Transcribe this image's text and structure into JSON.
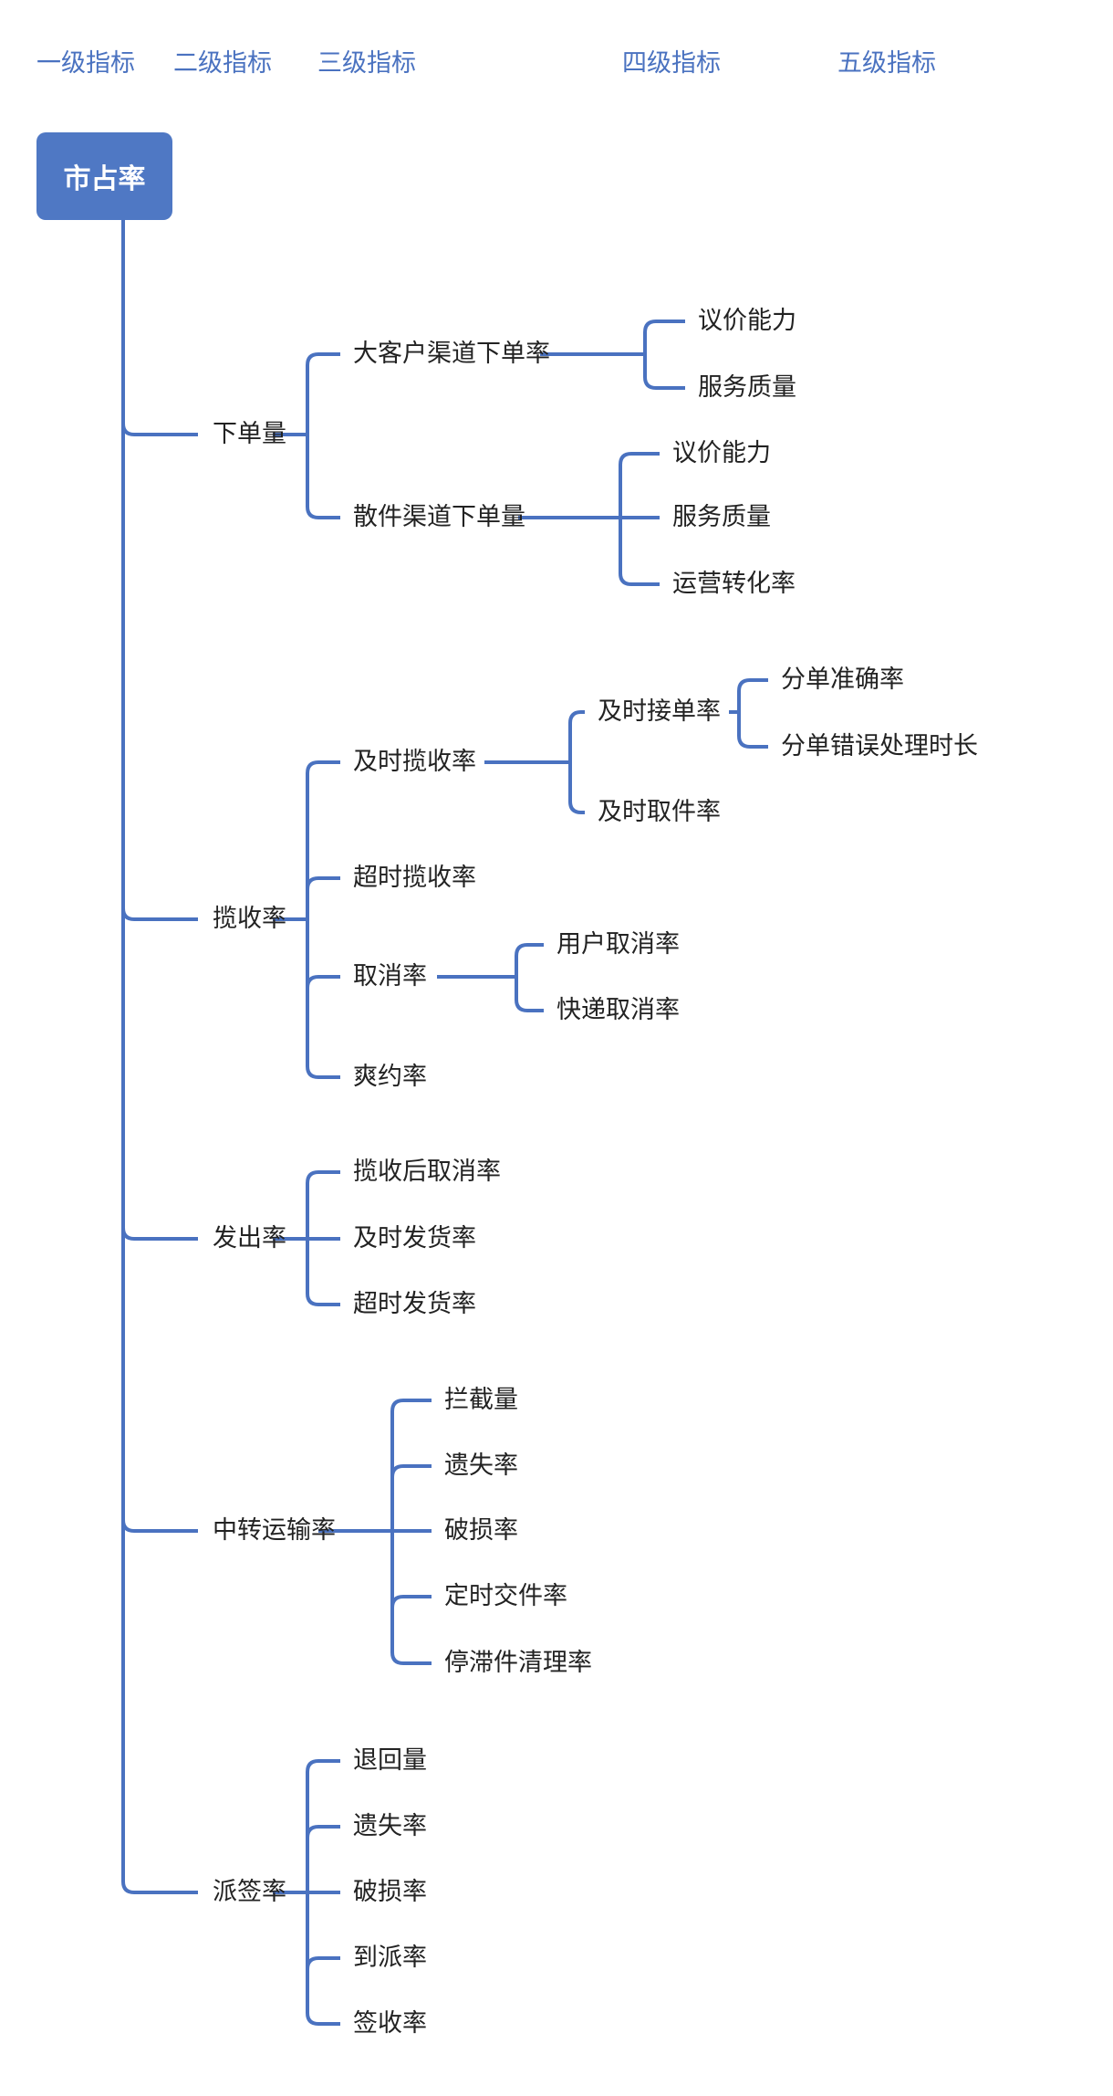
{
  "headers": [
    "一级指标",
    "二级指标",
    "三级指标",
    "四级指标",
    "五级指标"
  ],
  "root": {
    "label": "市占率"
  },
  "line_color": "#4a72c0",
  "box_color": "#4f78c4",
  "tree": [
    {
      "label": "下单量",
      "children": [
        {
          "label": "大客户渠道下单率",
          "children": [
            {
              "label": "议价能力"
            },
            {
              "label": "服务质量"
            }
          ]
        },
        {
          "label": "散件渠道下单量",
          "children": [
            {
              "label": "议价能力"
            },
            {
              "label": "服务质量"
            },
            {
              "label": "运营转化率"
            }
          ]
        }
      ]
    },
    {
      "label": "揽收率",
      "children": [
        {
          "label": "及时揽收率",
          "children": [
            {
              "label": "及时接单率",
              "children": [
                {
                  "label": "分单准确率"
                },
                {
                  "label": "分单错误处理时长"
                }
              ]
            },
            {
              "label": "及时取件率"
            }
          ]
        },
        {
          "label": "超时揽收率"
        },
        {
          "label": "取消率",
          "children": [
            {
              "label": "用户取消率"
            },
            {
              "label": "快递取消率"
            }
          ]
        },
        {
          "label": "爽约率"
        }
      ]
    },
    {
      "label": "发出率",
      "children": [
        {
          "label": "揽收后取消率"
        },
        {
          "label": "及时发货率"
        },
        {
          "label": "超时发货率"
        }
      ]
    },
    {
      "label": "中转运输率",
      "children": [
        {
          "label": "拦截量"
        },
        {
          "label": "遗失率"
        },
        {
          "label": "破损率"
        },
        {
          "label": "定时交件率"
        },
        {
          "label": "停滞件清理率"
        }
      ]
    },
    {
      "label": "派签率",
      "children": [
        {
          "label": "退回量"
        },
        {
          "label": "遗失率"
        },
        {
          "label": "破损率"
        },
        {
          "label": "到派率"
        },
        {
          "label": "签收率"
        }
      ]
    }
  ]
}
